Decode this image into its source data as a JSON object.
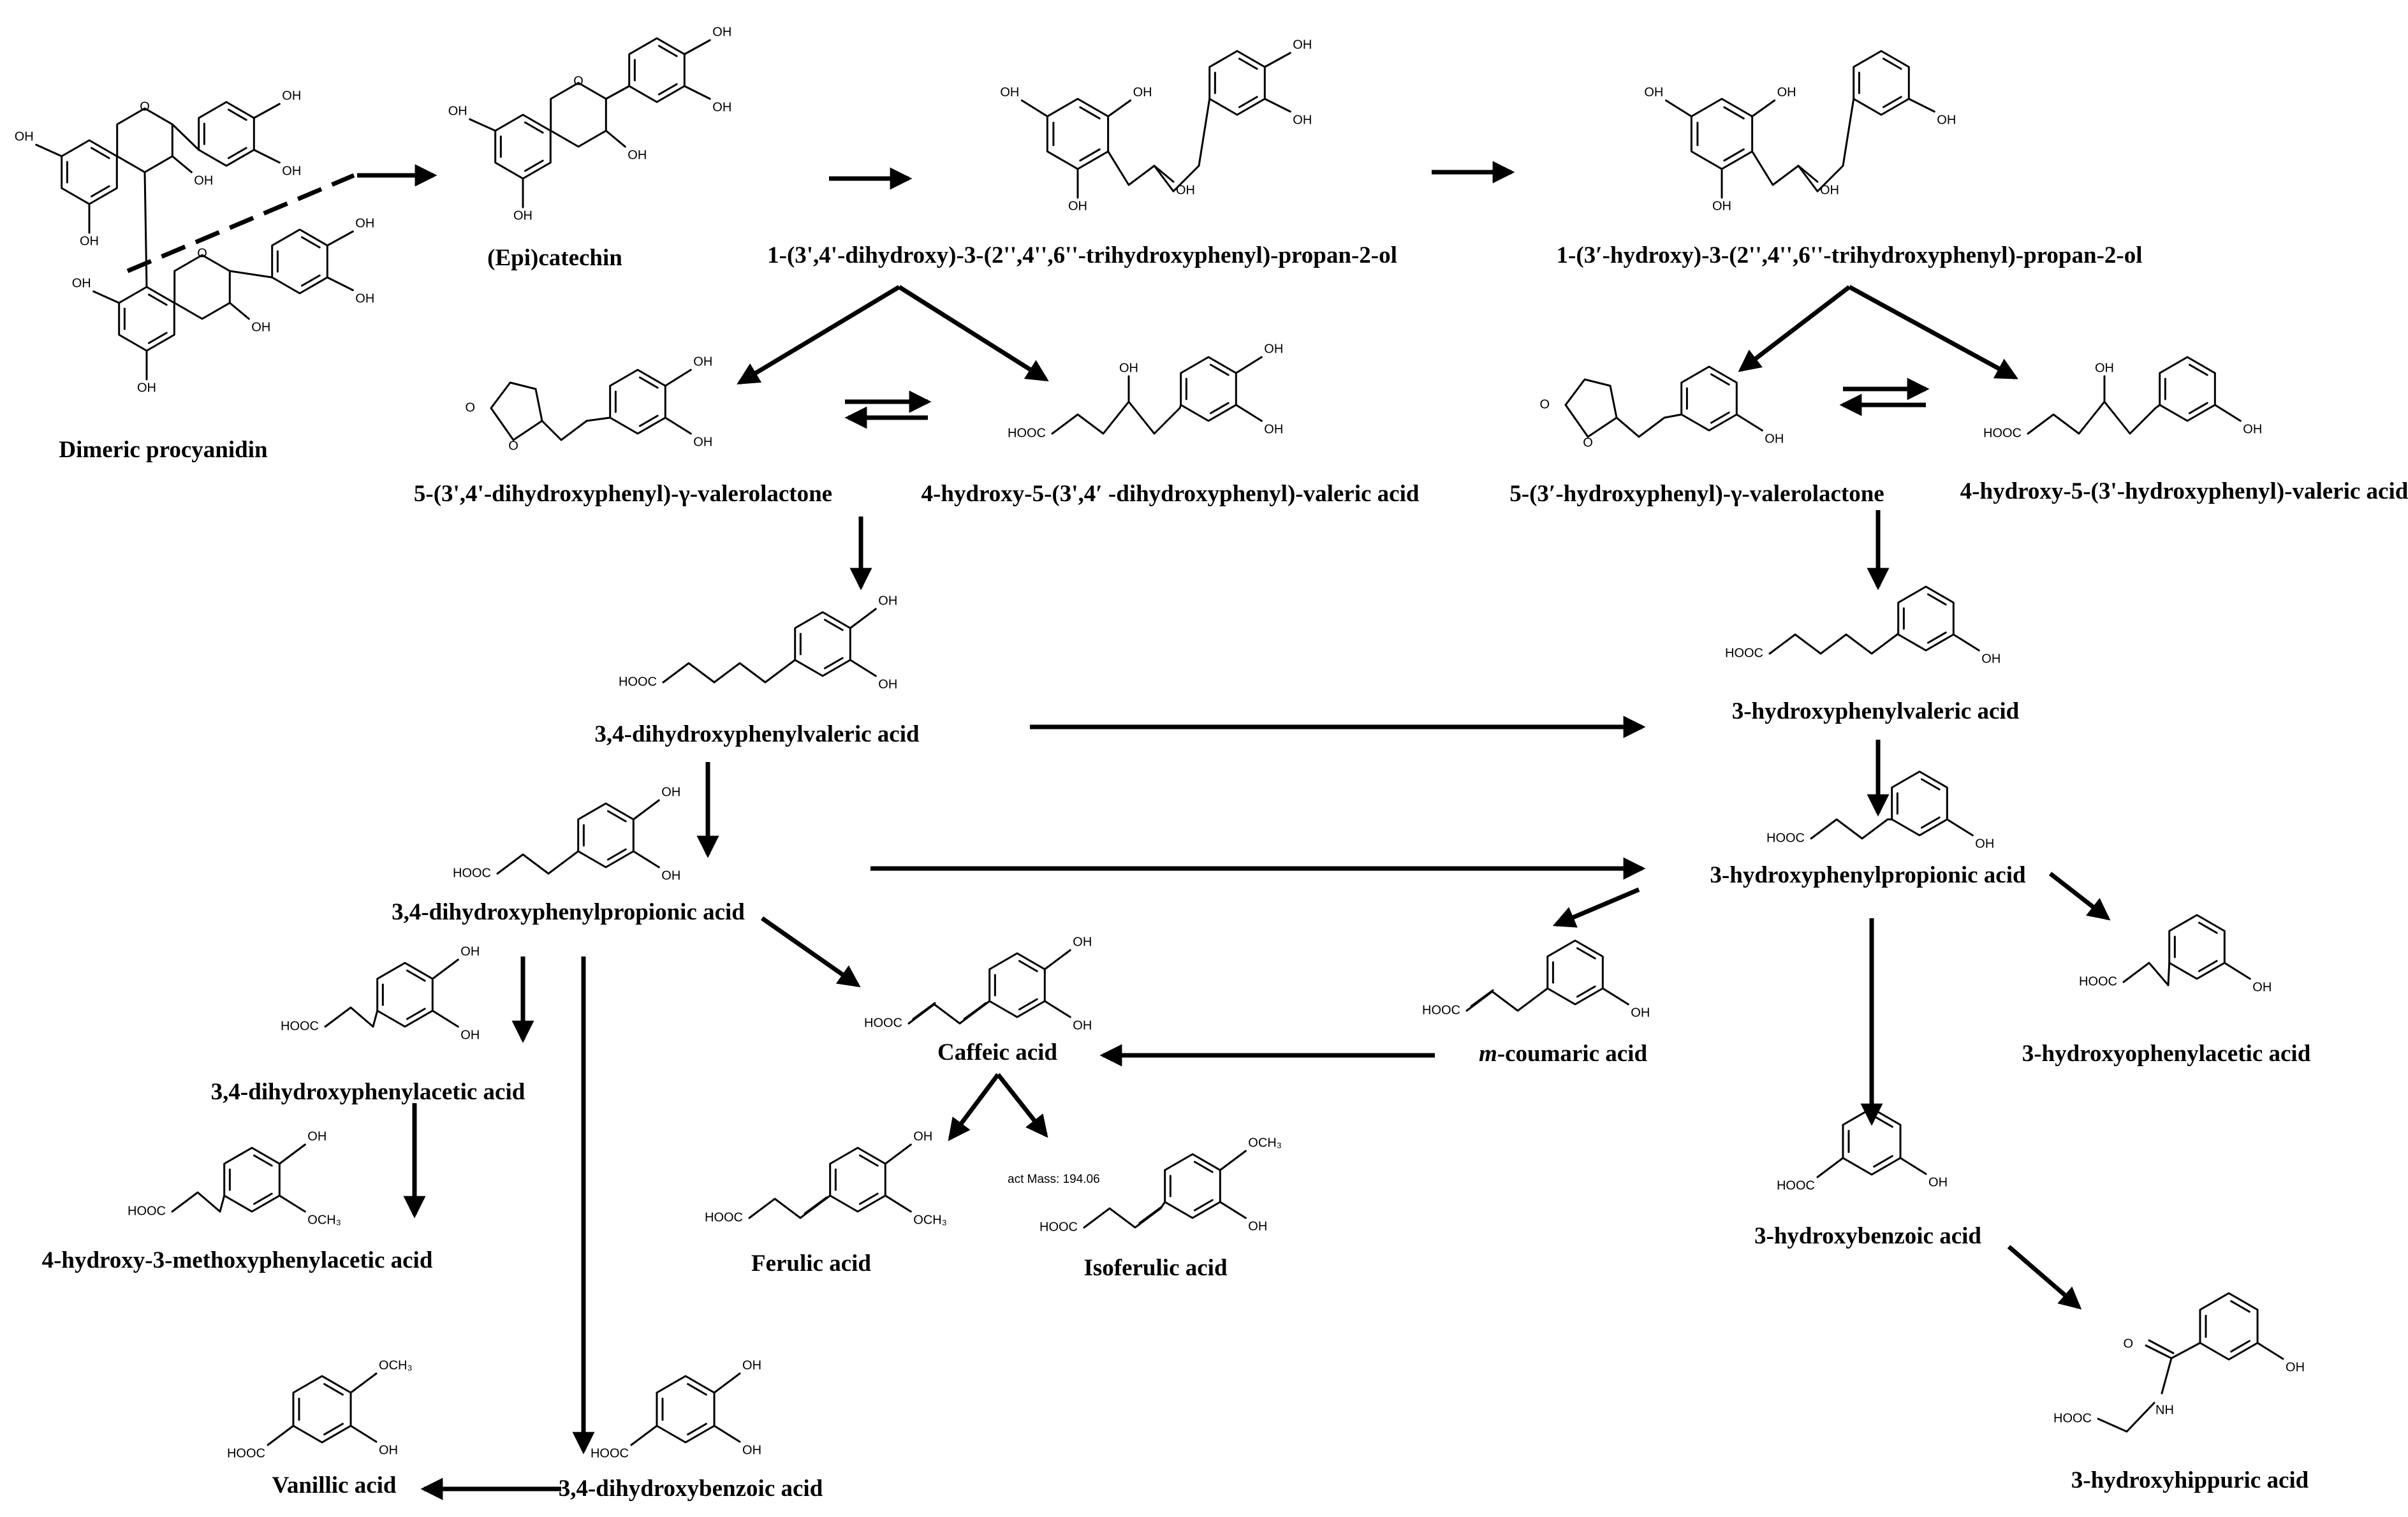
{
  "compounds": {
    "dimeric_procyanidin": "Dimeric procyanidin",
    "epicatechin": "(Epi)catechin",
    "propanol_34": "1-(3',4'-dihydroxy)-3-(2'',4'',6''-trihydroxyphenyl)-propan-2-ol",
    "propanol_3": "1-(3′-hydroxy)-3-(2'',4'',6''-trihydroxyphenyl)-propan-2-ol",
    "valerolactone_34": "5-(3',4'-dihydroxyphenyl)-γ-valerolactone",
    "hydroxyvaleric_34": "4-hydroxy-5-(3',4′ -dihydroxyphenyl)-valeric acid",
    "valerolactone_3": "5-(3′-hydroxyphenyl)-γ-valerolactone",
    "hydroxyvaleric_3": "4-hydroxy-5-(3'-hydroxyphenyl)-valeric acid",
    "dhp_valeric": "3,4-dihydroxyphenylvaleric acid",
    "hp_valeric": "3-hydroxyphenylvaleric acid",
    "dhp_propionic": "3,4-dihydroxyphenylpropionic acid",
    "hp_propionic": "3-hydroxyphenylpropionic acid",
    "caffeic": "Caffeic acid",
    "m_coumaric_prefix": "m",
    "m_coumaric_rest": "-coumaric acid",
    "hp_acetic": "3-hydroxyophenylacetic acid",
    "dhp_acetic": "3,4-dihydroxyphenylacetic acid",
    "methoxy_acetic": "4-hydroxy-3-methoxyphenylacetic acid",
    "ferulic": "Ferulic acid",
    "isoferulic": "Isoferulic acid",
    "hydroxybenzoic": "3-hydroxybenzoic acid",
    "hydroxyhippuric": "3-hydroxyhippuric acid",
    "vanillic": "Vanillic acid",
    "dihydroxybenzoic": "3,4-dihydroxybenzoic acid"
  },
  "structure_text": {
    "OH": "OH",
    "HOOC": "HOOC",
    "OCH3": "OCH₃",
    "O": "O",
    "NH": "NH",
    "exact_mass": "act Mass: 194.06"
  },
  "line_color": "#000000"
}
